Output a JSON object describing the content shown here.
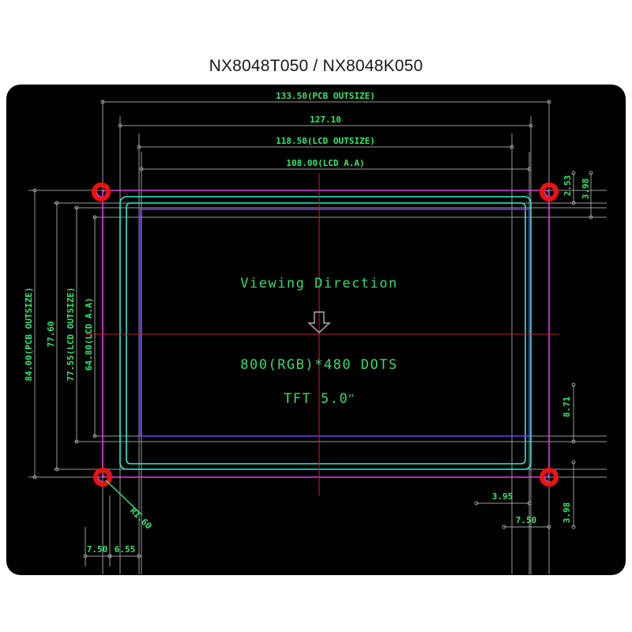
{
  "title": "NX8048T050 / NX8048K050",
  "colors": {
    "background": "#ffffff",
    "canvas": "#000000",
    "dimension_text": "#35e86b",
    "dimension_line": "#9a9a9a",
    "centerline": "#cc1a22",
    "pcb_outline": "#e03ce0",
    "lcd_outline": "#35e8d0",
    "active_area": "#6a3ce8",
    "mounting_hole": "#ee1111",
    "title_text": "#1a1a1a"
  },
  "annotations": {
    "viewing_direction": "Viewing Direction",
    "resolution": "800(RGB)*480 DOTS",
    "panel_type": "TFT 5.0ʺ"
  },
  "dimensions": {
    "top": [
      {
        "label": "133.50(PCB OUTSIZE)",
        "value": 133.5,
        "ref": "PCB OUTSIZE"
      },
      {
        "label": "127.10",
        "value": 127.1,
        "ref": ""
      },
      {
        "label": "118.50(LCD OUTSIZE)",
        "value": 118.5,
        "ref": "LCD OUTSIZE"
      },
      {
        "label": "108.00(LCD A.A)",
        "value": 108.0,
        "ref": "LCD A.A"
      }
    ],
    "left": [
      {
        "label": "84.00(PCB OUTSIZE)",
        "value": 84.0,
        "ref": "PCB OUTSIZE"
      },
      {
        "label": "77.60",
        "value": 77.6,
        "ref": ""
      },
      {
        "label": "77.55(LCD OUTSIZE)",
        "value": 77.55,
        "ref": "LCD OUTSIZE"
      },
      {
        "label": "64.80(LCD A.A)",
        "value": 64.8,
        "ref": "LCD A.A"
      }
    ],
    "right": [
      {
        "label": "2.53",
        "value": 2.53
      },
      {
        "label": "3.98",
        "value": 3.98
      },
      {
        "label": "8.71",
        "value": 8.71
      },
      {
        "label": "3.98",
        "value": 3.98
      }
    ],
    "bottom": [
      {
        "label": "7.50",
        "value": 7.5
      },
      {
        "label": "6.55",
        "value": 6.55
      },
      {
        "label": "3.95",
        "value": 3.95
      },
      {
        "label": "7.50",
        "value": 7.5
      }
    ],
    "radius": {
      "label": "R1.60",
      "value": 1.6
    }
  }
}
